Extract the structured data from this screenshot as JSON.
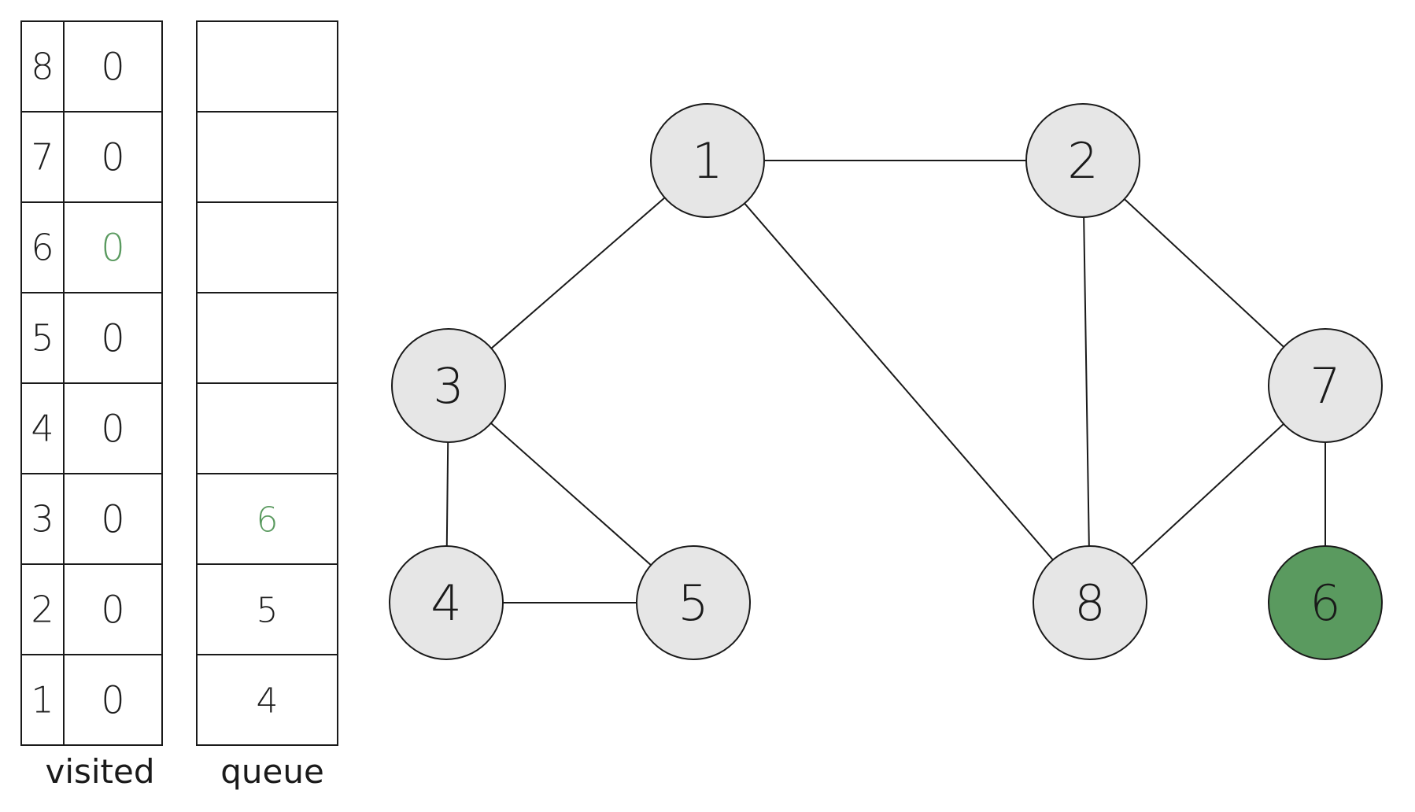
{
  "colors": {
    "node_fill": "#e6e6e6",
    "highlight": "#5a9a5f",
    "stroke": "#1a1a1a"
  },
  "visited": {
    "caption": "visited",
    "rows": [
      {
        "index": "8",
        "value": "0",
        "highlight": false
      },
      {
        "index": "7",
        "value": "0",
        "highlight": false
      },
      {
        "index": "6",
        "value": "0",
        "highlight": true
      },
      {
        "index": "5",
        "value": "0",
        "highlight": false
      },
      {
        "index": "4",
        "value": "0",
        "highlight": false
      },
      {
        "index": "3",
        "value": "0",
        "highlight": false
      },
      {
        "index": "2",
        "value": "0",
        "highlight": false
      },
      {
        "index": "1",
        "value": "0",
        "highlight": false
      }
    ]
  },
  "queue": {
    "caption": "queue",
    "cells": [
      {
        "value": "",
        "highlight": false
      },
      {
        "value": "",
        "highlight": false
      },
      {
        "value": "",
        "highlight": false
      },
      {
        "value": "",
        "highlight": false
      },
      {
        "value": "",
        "highlight": false
      },
      {
        "value": "6",
        "highlight": true
      },
      {
        "value": "5",
        "highlight": false
      },
      {
        "value": "4",
        "highlight": false
      }
    ]
  },
  "graph": {
    "nodes": [
      {
        "id": "1",
        "label": "1",
        "highlight": false
      },
      {
        "id": "2",
        "label": "2",
        "highlight": false
      },
      {
        "id": "3",
        "label": "3",
        "highlight": false
      },
      {
        "id": "4",
        "label": "4",
        "highlight": false
      },
      {
        "id": "5",
        "label": "5",
        "highlight": false
      },
      {
        "id": "6",
        "label": "6",
        "highlight": true
      },
      {
        "id": "7",
        "label": "7",
        "highlight": false
      },
      {
        "id": "8",
        "label": "8",
        "highlight": false
      }
    ],
    "edges": [
      [
        "1",
        "2"
      ],
      [
        "1",
        "3"
      ],
      [
        "1",
        "8"
      ],
      [
        "2",
        "8"
      ],
      [
        "2",
        "7"
      ],
      [
        "3",
        "4"
      ],
      [
        "3",
        "5"
      ],
      [
        "4",
        "5"
      ],
      [
        "7",
        "8"
      ],
      [
        "7",
        "6"
      ]
    ]
  }
}
